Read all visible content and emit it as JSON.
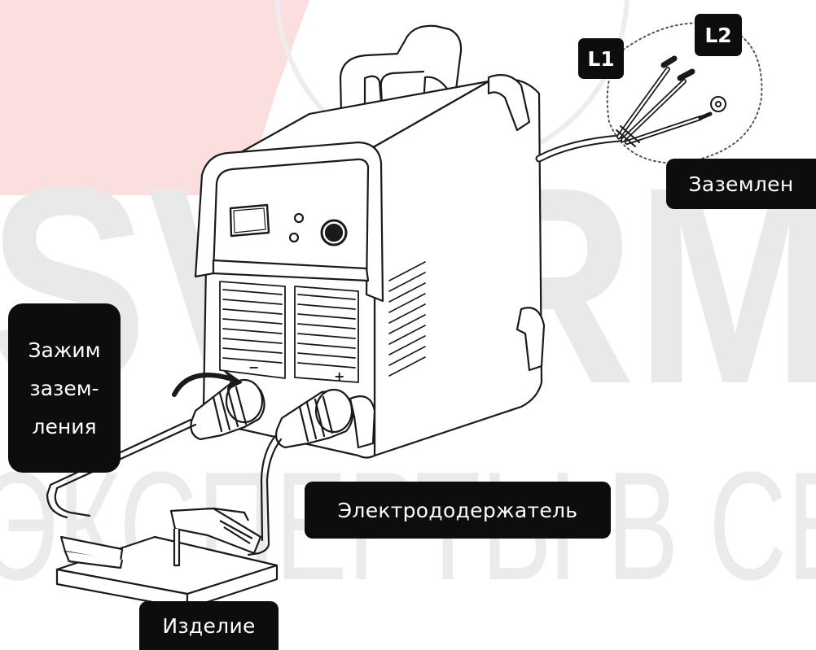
{
  "watermark": {
    "line1": "SVARM",
    "line2": "ЭКСПЕРТЫ В СВ",
    "color": "#e9e9e9",
    "accent_color": "#fbdcdc"
  },
  "labels": {
    "ground_clamp": [
      "Зажим",
      "зазем-",
      "ления"
    ],
    "electrode_holder": "Электрододержатель",
    "workpiece": "Изделие",
    "grounded": "Заземлен"
  },
  "wire_tags": {
    "l1": "L1",
    "l2": "L2"
  },
  "panel_marks": {
    "minus": "−",
    "plus": "+"
  },
  "colors": {
    "label_bg": "#0d0d0d",
    "label_text": "#ffffff",
    "line": "#1a1a1a"
  }
}
